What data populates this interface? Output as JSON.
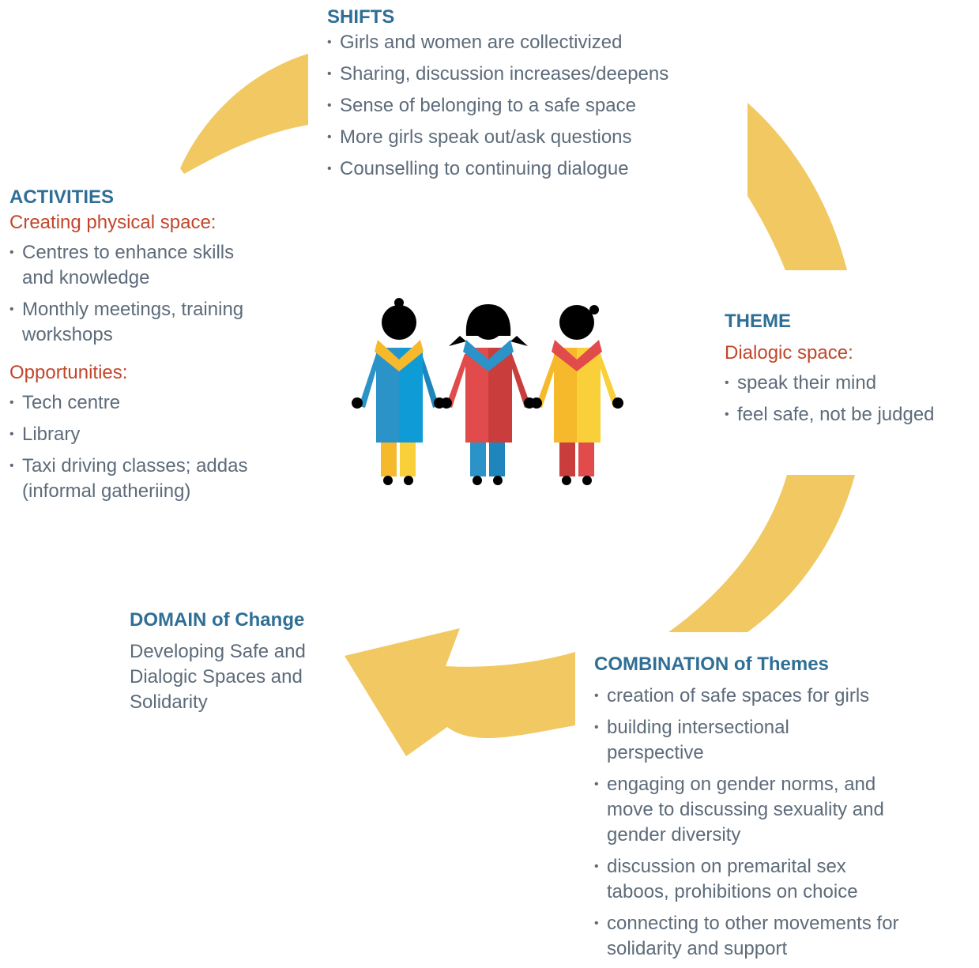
{
  "colors": {
    "arrow": "#f1c862",
    "heading": "#2f6f96",
    "subheading": "#c2462b",
    "body": "#5d6b7a",
    "figure_blue": "#2b93c8",
    "figure_red": "#e24b4b",
    "figure_yellow": "#f6b92b"
  },
  "icons": [
    "cycle-arrow",
    "three-girls-holding-hands-icon"
  ],
  "shifts": {
    "title": "SHIFTS",
    "items": [
      "Girls and women are collectivized",
      "Sharing, discussion increases/deepens",
      "Sense of belonging to a safe space",
      "More girls speak out/ask questions",
      "Counselling to continuing dialogue"
    ]
  },
  "activities": {
    "title": "ACTIVITIES",
    "physical_label": "Creating physical space:",
    "physical_items": [
      "Centres to enhance skills and knowledge",
      "Monthly meetings, training workshops"
    ],
    "opportunities_label": "Opportunities:",
    "opportunities_items": [
      "Tech centre",
      "Library",
      "Taxi driving classes; addas (informal gatheriing)"
    ]
  },
  "theme": {
    "title": "THEME",
    "label": "Dialogic space:",
    "items": [
      "speak their mind",
      "feel safe, not be judged"
    ]
  },
  "domain": {
    "title": "DOMAIN of Change",
    "text": "Developing Safe and Dialogic Spaces and Solidarity"
  },
  "combination": {
    "title": "COMBINATION of Themes",
    "items": [
      "creation of safe spaces for girls",
      "building  intersectional perspective",
      "engaging on gender norms, and move to discussing sexuality and gender diversity",
      "discussion on premarital sex taboos, prohibitions on choice",
      "connecting to other movements for solidarity and support"
    ]
  }
}
